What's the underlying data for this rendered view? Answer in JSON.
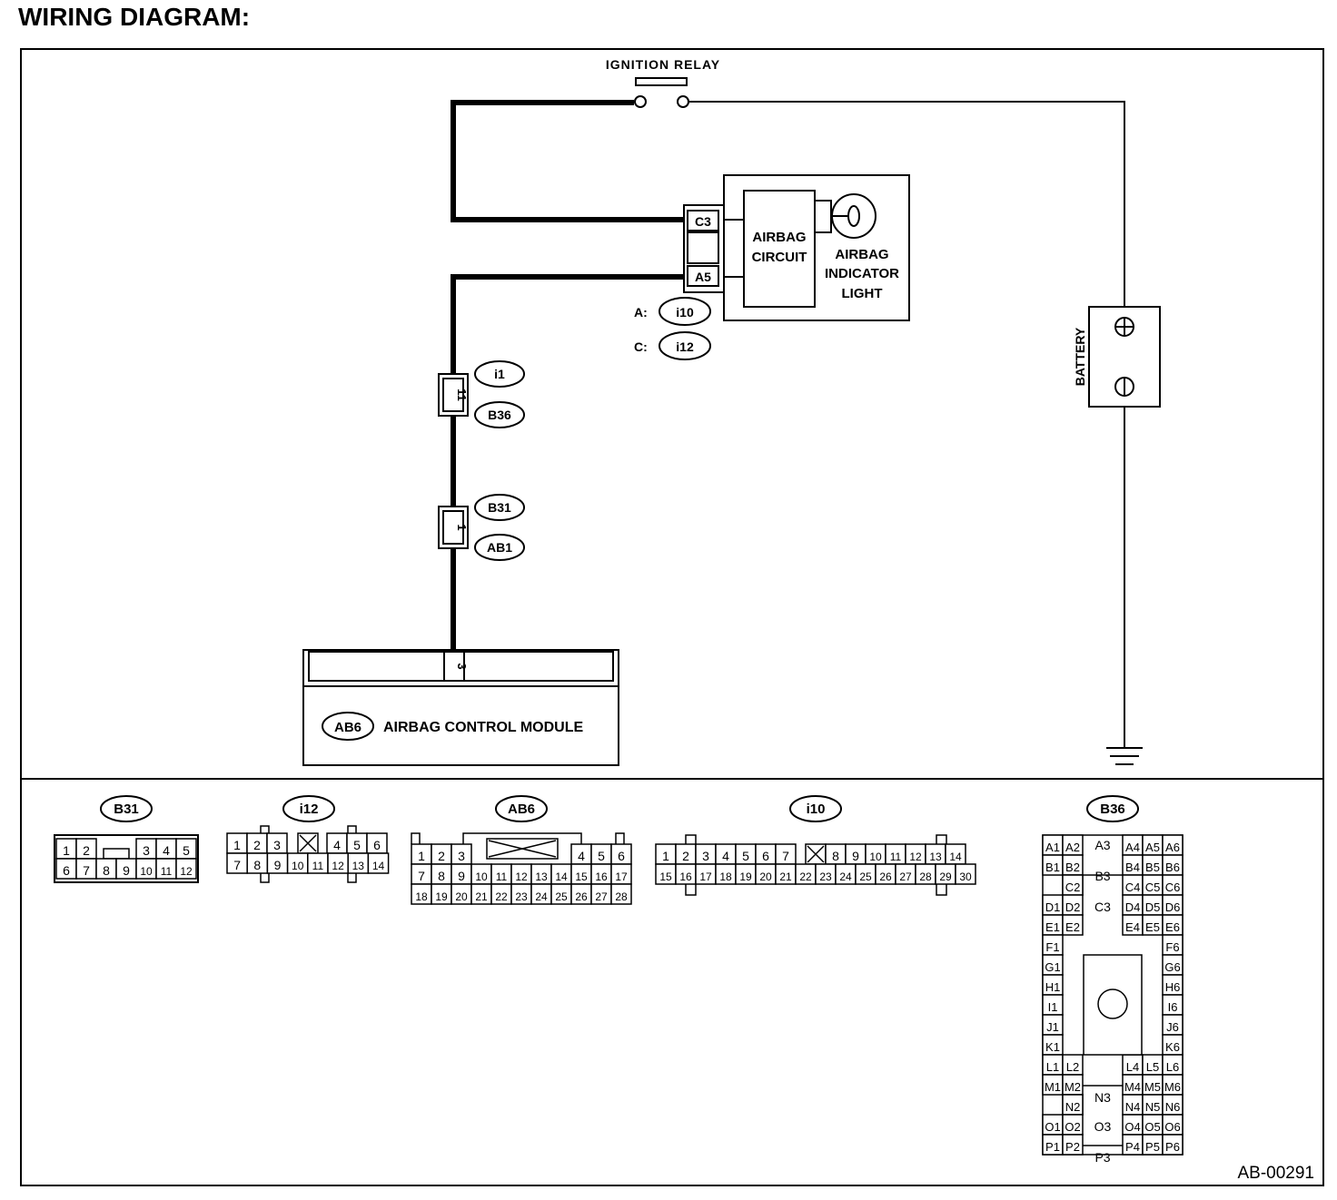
{
  "page_title": "WIRING DIAGRAM:",
  "figure_code": "AB-00291",
  "schematic": {
    "ignition_relay": "IGNITION RELAY",
    "battery": "BATTERY",
    "airbag_circuit": [
      "AIRBAG",
      "CIRCUIT"
    ],
    "indicator_light": [
      "AIRBAG",
      "INDICATOR",
      "LIGHT"
    ],
    "meter_pins": [
      "C3",
      "A5"
    ],
    "meter_connector_prefixes": [
      "A:",
      "C:"
    ],
    "meter_connectors": [
      "i10",
      "i12"
    ],
    "joint1": {
      "pin": "11",
      "top": "i1",
      "bottom": "B36"
    },
    "joint2": {
      "pin": "1",
      "top": "B31",
      "bottom": "AB1"
    },
    "module_pin": "3",
    "module_connector": "AB6",
    "module_name": "AIRBAG CONTROL MODULE"
  },
  "connectors": {
    "b31": {
      "label": "B31",
      "top": [
        "1",
        "2",
        "",
        "3",
        "4",
        "5"
      ],
      "bottom": [
        "6",
        "7",
        "8",
        "9",
        "10",
        "11",
        "12"
      ]
    },
    "i12": {
      "label": "i12",
      "top": [
        "1",
        "2",
        "3",
        "",
        "4",
        "5",
        "6"
      ],
      "bottom": [
        "7",
        "8",
        "9",
        "10",
        "11",
        "12",
        "13",
        "14"
      ]
    },
    "ab6": {
      "label": "AB6",
      "row1": [
        "1",
        "2",
        "3",
        "4",
        "5",
        "6"
      ],
      "row2": [
        "7",
        "8",
        "9",
        "10",
        "11",
        "12",
        "13",
        "14",
        "15",
        "16",
        "17"
      ],
      "row3": [
        "18",
        "19",
        "20",
        "21",
        "22",
        "23",
        "24",
        "25",
        "26",
        "27",
        "28"
      ]
    },
    "i10": {
      "label": "i10",
      "row1": [
        "1",
        "2",
        "3",
        "4",
        "5",
        "6",
        "7",
        "",
        "8",
        "9",
        "10",
        "11",
        "12",
        "13",
        "14"
      ],
      "row2": [
        "15",
        "16",
        "17",
        "18",
        "19",
        "20",
        "21",
        "22",
        "23",
        "24",
        "25",
        "26",
        "27",
        "28",
        "29",
        "30"
      ]
    },
    "b36": {
      "label": "B36",
      "left_rows": [
        [
          "A1",
          "A2"
        ],
        [
          "B1",
          "B2"
        ],
        [
          "",
          "C2"
        ],
        [
          "D1",
          "D2"
        ],
        [
          "E1",
          "E2"
        ],
        [
          "F1"
        ],
        [
          "G1"
        ],
        [
          "H1"
        ],
        [
          "I1"
        ],
        [
          "J1"
        ],
        [
          "K1"
        ],
        [
          "L1",
          "L2"
        ],
        [
          "M1",
          "M2"
        ],
        [
          "",
          "N2"
        ],
        [
          "O1",
          "O2"
        ],
        [
          "P1",
          "P2"
        ]
      ],
      "right_rows": [
        [
          "A4",
          "A5",
          "A6"
        ],
        [
          "B4",
          "B5",
          "B6"
        ],
        [
          "C4",
          "C5",
          "C6"
        ],
        [
          "D4",
          "D5",
          "D6"
        ],
        [
          "E4",
          "E5",
          "E6"
        ],
        [
          "F6"
        ],
        [
          "G6"
        ],
        [
          "H6"
        ],
        [
          "I6"
        ],
        [
          "J6"
        ],
        [
          "K6"
        ],
        [
          "L4",
          "L5",
          "L6"
        ],
        [
          "M4",
          "M5",
          "M6"
        ],
        [
          "N4",
          "N5",
          "N6"
        ],
        [
          "O4",
          "O5",
          "O6"
        ],
        [
          "P4",
          "P5",
          "P6"
        ]
      ],
      "center": [
        "A3",
        "B3",
        "C3",
        "N3",
        "O3",
        "P3"
      ]
    }
  }
}
